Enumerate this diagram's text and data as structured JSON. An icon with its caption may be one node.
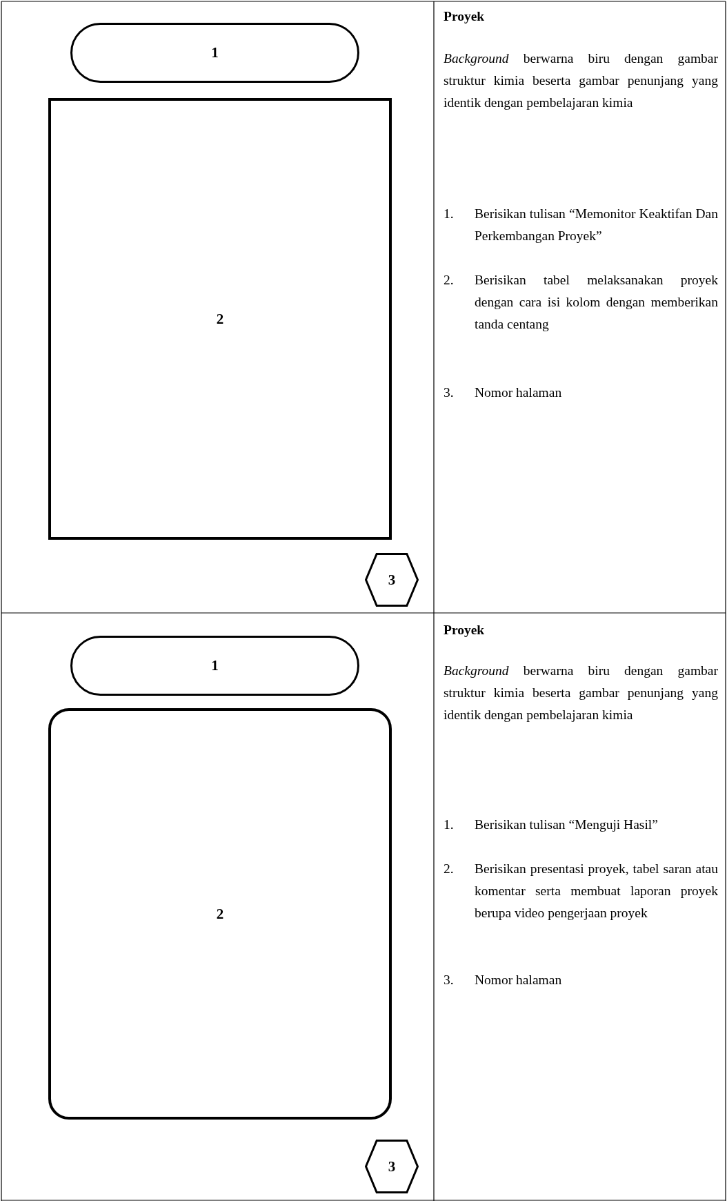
{
  "diagram": {
    "nodes": [
      {
        "text": [
          "1"
        ]
      },
      {
        "text": [
          "2"
        ]
      },
      {
        "text": [
          "3"
        ]
      },
      {
        "text": [
          "1"
        ]
      },
      {
        "text": [
          "2"
        ]
      },
      {
        "text": [
          "3"
        ]
      }
    ],
    "labels": [
      "Proyek",
      "*Background* berwarna biru dengan gambar struktur kimia beserta gambar penunjang yang identik dengan pembelajaran kimia",
      "1.",
      "Berisikan tulisan “Memonitor Keaktifan Dan Perkembangan Proyek”",
      "2.",
      "Berisikan tabel melaksanakan proyek dengan cara isi kolom dengan memberikan tanda centang",
      "3.",
      "Nomor halaman",
      "Proyek",
      "*Background* berwarna biru dengan gambar struktur kimia beserta gambar penunjang yang identik dengan pembelajaran kimia",
      "1.",
      "Berisikan tulisan “Menguji Hasil”",
      "2.",
      "Berisikan presentasi proyek, tabel saran atau komentar serta membuat laporan proyek berupa video pengerjaan proyek",
      "3.",
      "Nomor halaman"
    ]
  }
}
